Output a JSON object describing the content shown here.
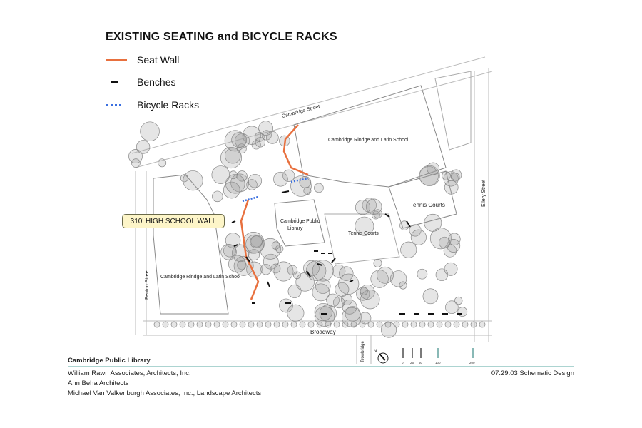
{
  "title": "EXISTING SEATING and BICYCLE RACKS",
  "legend": [
    {
      "label": "Seat Wall",
      "color": "#e8703e",
      "style": "solid"
    },
    {
      "label": "Benches",
      "color": "#111111",
      "style": "dash"
    },
    {
      "label": "Bicycle Racks",
      "color": "#3a6fe0",
      "style": "dotted"
    }
  ],
  "map": {
    "callout": "310' HIGH SCHOOL WALL",
    "labels": {
      "cambridge_street": "Cambridge Street",
      "crls_north": "Cambridge Rindge and Latin School",
      "crls_west": "Cambridge Rindge and Latin School",
      "tennis_courts_east": "Tennis Courts",
      "tennis_courts_center": "Tennis Courts",
      "library_line1": "Cambridge Public",
      "library_line2": "Library",
      "ellery_street": "Ellery Street",
      "fenton_street": "Fenton Street",
      "broadway": "Broadway",
      "trowbridge": "Trowbridge"
    },
    "north_label": "N",
    "scale_labels": [
      "0",
      "25",
      "50",
      "100",
      "200'"
    ]
  },
  "footer": {
    "project": "Cambridge Public Library",
    "credits": [
      "William Rawn Associates, Architects, Inc.",
      "Ann Beha Architects",
      "Michael Van Valkenburgh Associates, Inc., Landscape Architects"
    ],
    "date_phase": "07.29.03 Schematic Design",
    "rule_color": "#5aa9a3"
  }
}
